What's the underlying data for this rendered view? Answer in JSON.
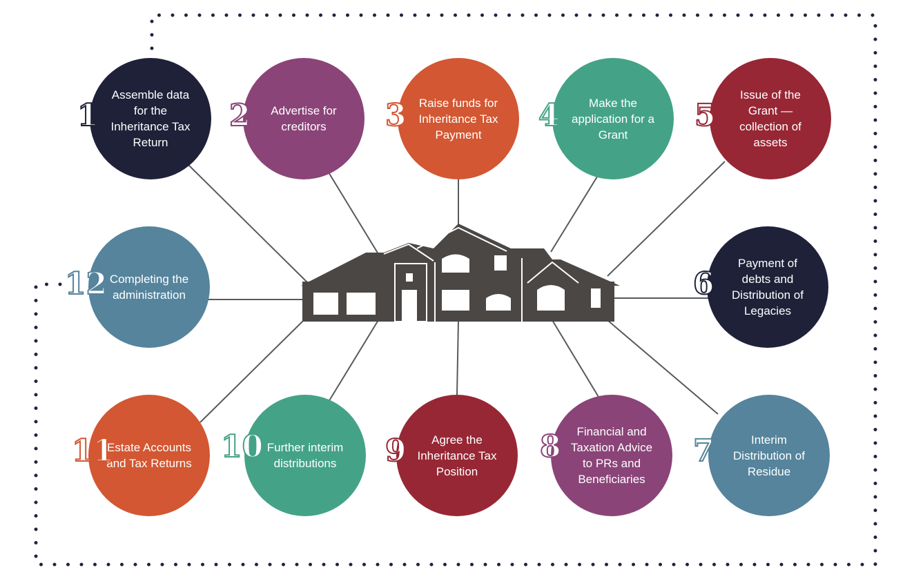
{
  "steps": [
    {
      "number": "1",
      "text": "Assemble data for the Inheritance Tax Return",
      "color": "#1e2138"
    },
    {
      "number": "2",
      "text": "Advertise for creditors",
      "color": "#8a4478"
    },
    {
      "number": "3",
      "text": "Raise funds for Inheritance Tax Payment",
      "color": "#d25732"
    },
    {
      "number": "4",
      "text": "Make the application for a Grant",
      "color": "#44a386"
    },
    {
      "number": "5",
      "text": "Issue of the Grant — collection of assets",
      "color": "#972735"
    },
    {
      "number": "6",
      "text": "Payment of debts and Distribution of Legacies",
      "color": "#1e2138"
    },
    {
      "number": "7",
      "text": "Interim Distribution of Residue",
      "color": "#55849c"
    },
    {
      "number": "8",
      "text": "Financial and Taxation Advice to PRs and Beneficiaries",
      "color": "#8a4478"
    },
    {
      "number": "9",
      "text": "Agree the Inheritance Tax Position",
      "color": "#972735"
    },
    {
      "number": "10",
      "text": "Further interim distributions",
      "color": "#44a386"
    },
    {
      "number": "11",
      "text": "Estate Accounts and Tax Returns",
      "color": "#d25732"
    },
    {
      "number": "12",
      "text": "Completing the administration",
      "color": "#55849c"
    }
  ],
  "colors": {
    "house": "#4b4745",
    "connector": "#555a5c",
    "dotted_border": "#1f2340"
  }
}
